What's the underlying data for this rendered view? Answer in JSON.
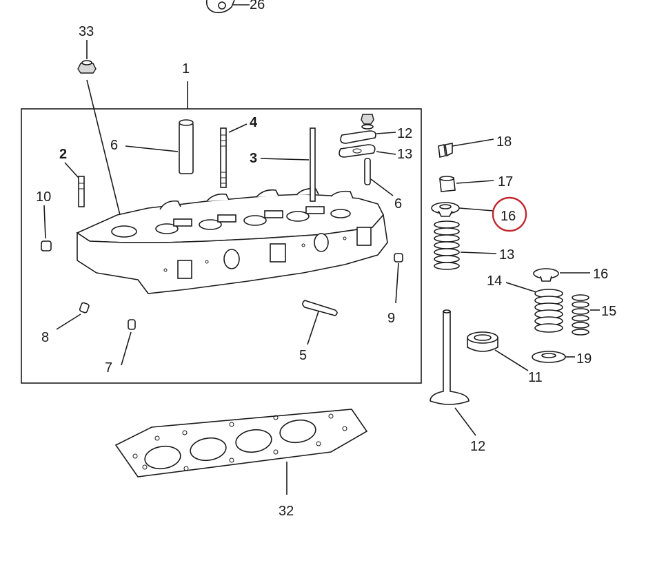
{
  "callouts": {
    "c26": "26",
    "c33": "33",
    "c1": "1",
    "c4": "4",
    "c6a": "6",
    "c3": "3",
    "c2": "2",
    "c10": "10",
    "c12a": "12",
    "c13a": "13",
    "c6b": "6",
    "c18": "18",
    "c17": "17",
    "c16a": "16",
    "c13b": "13",
    "c16b": "16",
    "c14": "14",
    "c15": "15",
    "c9": "9",
    "c8": "8",
    "c7": "7",
    "c5": "5",
    "c11": "11",
    "c19": "19",
    "c12b": "12",
    "c32": "32"
  },
  "highlight_color": "#c0262c"
}
